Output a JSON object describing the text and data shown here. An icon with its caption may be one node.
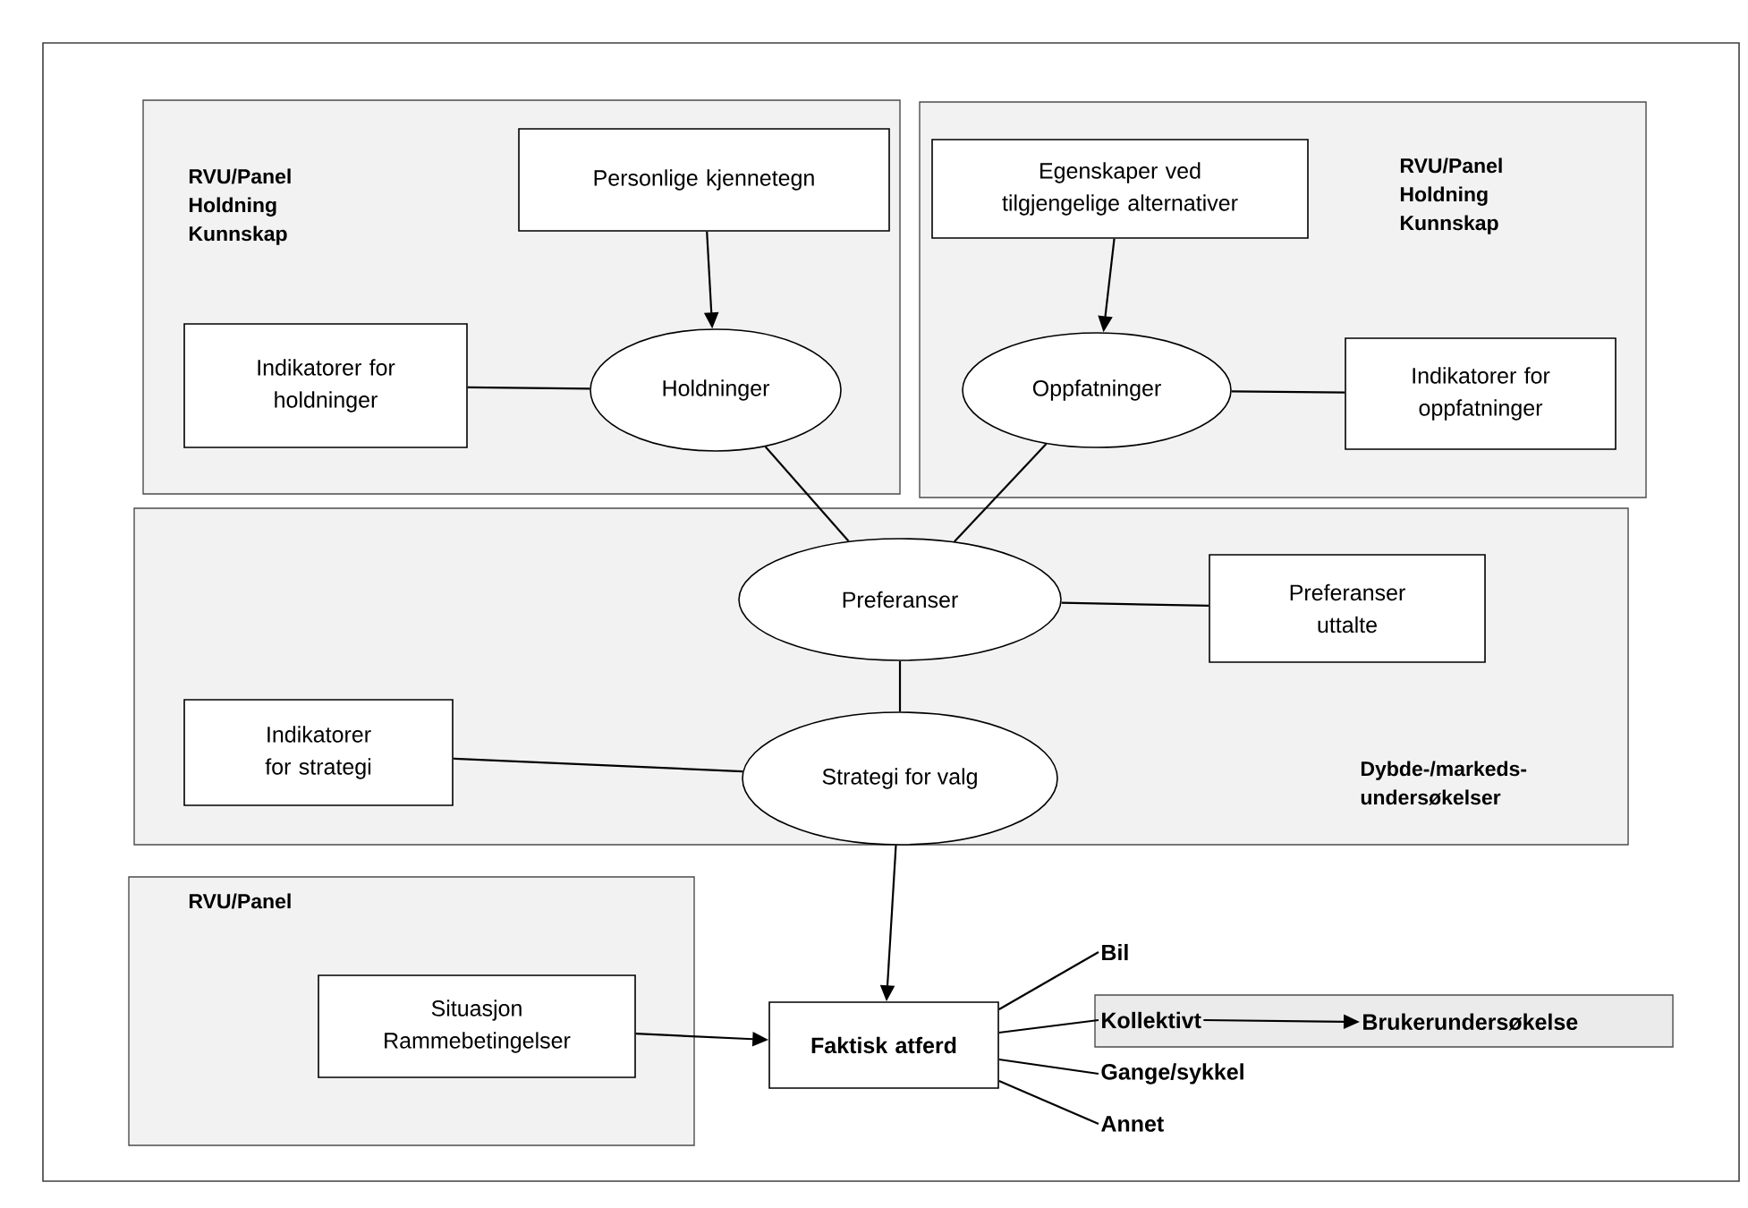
{
  "diagram": {
    "nodes": [
      {
        "text": [
          "RVU/Panel Holdning Kunnskap"
        ]
      },
      {
        "text": [
          "Personlige kjennetegn"
        ],
        "in": 0
      },
      {
        "text": [
          "Indikatorer for holdninger"
        ],
        "in": 0
      },
      {
        "text": [
          "Holdninger"
        ],
        "in": 0
      },
      {
        "text": [
          "RVU/Panel Holdning Kunnskap"
        ]
      },
      {
        "text": [
          "Egenskaper ved tilgjengelige alternativer"
        ],
        "in": 4
      },
      {
        "text": [
          "Oppfatninger"
        ],
        "in": 4
      },
      {
        "text": [
          "Indikatorer for oppfatninger"
        ],
        "in": 4
      },
      {
        "text": [
          "Dybde-/markeds-undersøkelser"
        ]
      },
      {
        "text": [
          "Preferanser"
        ],
        "in": 8
      },
      {
        "text": [
          "Preferanser uttalte"
        ],
        "in": 8
      },
      {
        "text": [
          "Indikatorer for strategi"
        ],
        "in": 8
      },
      {
        "text": [
          "Strategi for valg"
        ],
        "in": 8
      },
      {
        "text": [
          "RVU/Panel"
        ]
      },
      {
        "text": [
          "Situasjon Rammebetingelser"
        ],
        "in": 13
      },
      {
        "text": [
          "Faktisk atferd"
        ]
      },
      {
        "text": [
          "Bil"
        ]
      },
      {
        "text": [],
        "shape": "box"
      },
      {
        "text": [
          "Kollektivt"
        ],
        "in": 17
      },
      {
        "text": [
          "Brukerundersøkelse"
        ],
        "in": 17
      },
      {
        "text": [
          "Gange/sykkel"
        ]
      },
      {
        "text": [
          "Annet"
        ]
      }
    ],
    "edges": [
      {
        "from": 1,
        "to": 3,
        "arrow": "to"
      },
      {
        "from": 2,
        "to": 3,
        "arrow": "none"
      },
      {
        "from": 5,
        "to": 6,
        "arrow": "to"
      },
      {
        "from": 6,
        "to": 7,
        "arrow": "none"
      },
      {
        "from": 3,
        "to": 9,
        "arrow": "none"
      },
      {
        "from": 6,
        "to": 9,
        "arrow": "none"
      },
      {
        "from": 9,
        "to": 10,
        "arrow": "none"
      },
      {
        "from": 9,
        "to": 12,
        "arrow": "none"
      },
      {
        "from": 11,
        "to": 12,
        "arrow": "none"
      },
      {
        "from": 12,
        "to": 15,
        "arrow": "to"
      },
      {
        "from": 14,
        "to": 15,
        "arrow": "to"
      },
      {
        "from": 15,
        "to": 16,
        "arrow": "none"
      },
      {
        "from": 15,
        "to": 18,
        "arrow": "none"
      },
      {
        "from": 15,
        "to": 20,
        "arrow": "none"
      },
      {
        "from": 15,
        "to": 21,
        "arrow": "none"
      },
      {
        "from": 18,
        "to": 19,
        "arrow": "to"
      }
    ]
  }
}
